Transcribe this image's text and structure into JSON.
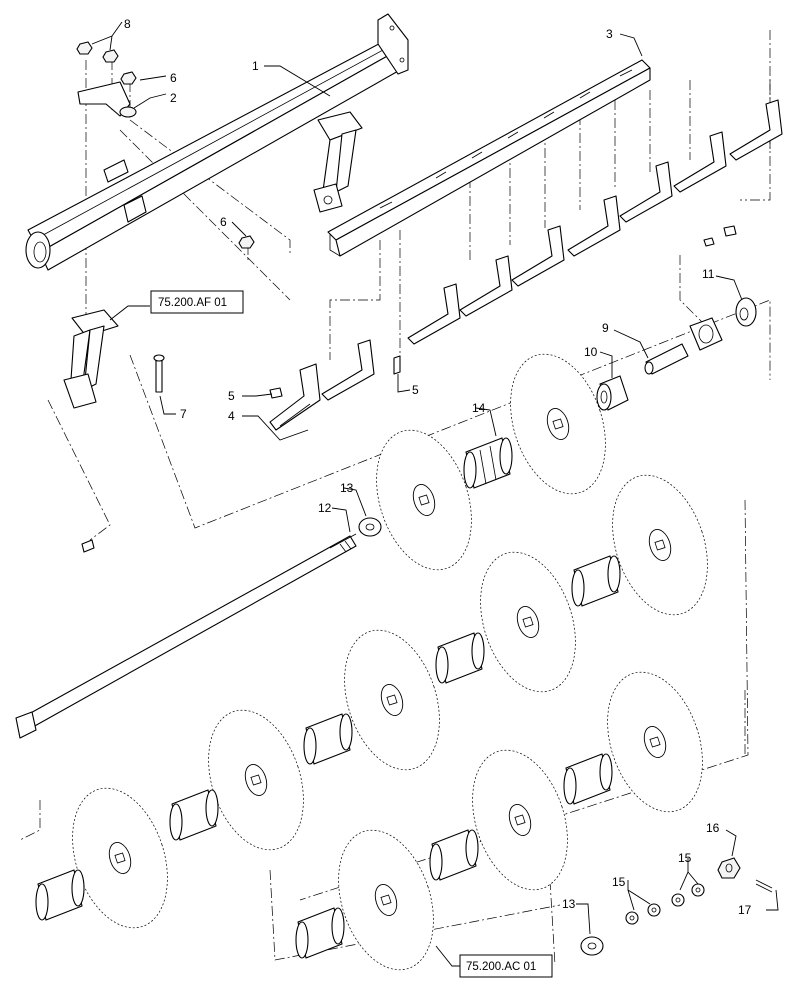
{
  "callouts": {
    "c1": "1",
    "c2": "2",
    "c3": "3",
    "c4": "4",
    "c5a": "5",
    "c5b": "5",
    "c6a": "6",
    "c6b": "6",
    "c7": "7",
    "c8": "8",
    "c9": "9",
    "c10": "10",
    "c11": "11",
    "c12": "12",
    "c13a": "13",
    "c13b": "13",
    "c14": "14",
    "c15a": "15",
    "c15b": "15",
    "c16": "16",
    "c17": "17"
  },
  "refs": {
    "af": "75.200.AF 01",
    "ac": "75.200.AC 01"
  }
}
